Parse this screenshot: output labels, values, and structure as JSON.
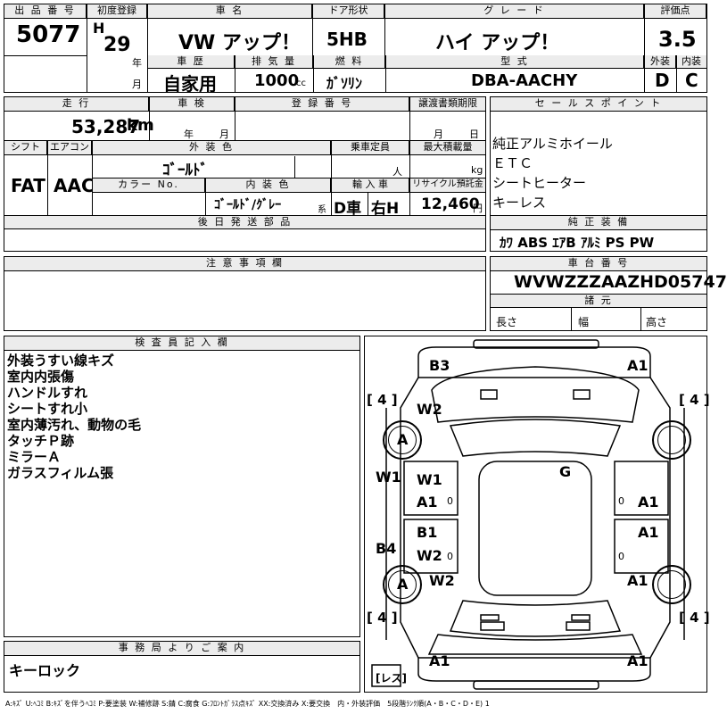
{
  "header": {
    "lot_label": "出 品 番 号",
    "lot_value": "5077",
    "first_reg_label": "初度登録",
    "era": "H",
    "year_value": "29",
    "year_unit": "年",
    "month_unit": "月",
    "car_name_label": "車 名",
    "car_name": "VW アップ！",
    "door_label": "ドア形状",
    "door_value": "5HB",
    "grade_label": "グ レ ー ド",
    "grade_value": "ハイ アップ！",
    "score_label": "評価点",
    "score_value": "3.5",
    "history_label": "車 歴",
    "history_value": "自家用",
    "displacement_label": "排 気 量",
    "displacement_value": "1000",
    "displacement_unit": "cc",
    "fuel_label": "燃 料",
    "fuel_value": "ｶﾞｿﾘﾝ",
    "model_label": "型 式",
    "model_value": "DBA-AACHY",
    "ext_label": "外装",
    "ext_value": "D",
    "int_label": "内装",
    "int_value": "C"
  },
  "row2": {
    "mileage_label": "走 行",
    "mileage_value": "53,287",
    "mileage_unit": "km",
    "inspection_label": "車 検",
    "insp_year_unit": "年",
    "insp_month_unit": "月",
    "plate_label": "登 録 番 号",
    "transfer_label": "譲渡書類期限",
    "transfer_month_unit": "月",
    "transfer_day_unit": "日",
    "sales_label": "セ ー ル ス ポ イ ン ト",
    "shift_label": "シフト",
    "shift_value": "FAT",
    "ac_label": "エアコン",
    "ac_value": "AAC",
    "ext_color_label": "外 装 色",
    "ext_color_value": "ｺﾞｰﾙﾄﾞ",
    "capacity_label": "乗車定員",
    "capacity_unit": "人",
    "load_label": "最大積載量",
    "load_unit": "kg",
    "color_no_label": "カラー No.",
    "int_color_label": "内 装 色",
    "int_color_value": "ｺﾞｰﾙﾄﾞ/ｸﾞﾚｰ",
    "int_color_suffix": "系",
    "import_label": "輸 入 車",
    "import_value": "D車",
    "steering_value": "右H",
    "recycle_label": "リサイクル預託金",
    "recycle_value": "12,460",
    "recycle_unit": "円",
    "later_parts_label": "後 日 発 送 部 品"
  },
  "sales_points": [
    "純正アルミホイール",
    "ＥＴＣ",
    "シートヒーター",
    "キーレス"
  ],
  "genuine": {
    "label": "純 正 装 備",
    "value": "ｶﾜ ABS ｴｱB ｱﾙﾐ PS PW"
  },
  "notes_label": "注 意 事 項 欄",
  "chassis": {
    "label": "車 台 番 号",
    "value": "WVWZZZAAZHD05747",
    "spec_label": "諸 元",
    "length_label": "長さ",
    "width_label": "幅",
    "height_label": "高さ"
  },
  "inspector": {
    "label": "検 査 員 記 入 欄",
    "remarks": [
      "外装うすい線キズ",
      "室内内張傷",
      "ハンドルすれ",
      "シートすれ小",
      "室内薄汚れ、動物の毛",
      "タッチＰ跡",
      "ミラーＡ",
      "ガラスフィルム張"
    ]
  },
  "office": {
    "label": "事 務 局 よ り ご 案 内",
    "value": "キーロック"
  },
  "diagram_marks": {
    "b3": "B3",
    "a1_top_right": "A1",
    "tread_fl": "4",
    "tread_fr": "4",
    "tread_rl": "4",
    "tread_rr": "4",
    "w2_front": "W2",
    "a_front": "A",
    "g": "G",
    "w1_left": "W1",
    "w1_door": "W1",
    "a1_left_front_door": "A1",
    "a1_right_front_door": "A1",
    "b1": "B1",
    "a1_right_rear_door": "A1",
    "b4": "B4",
    "w2_rear_door": "W2",
    "w2_rear": "W2",
    "a_rear": "A",
    "a1_right_rear": "A1",
    "a1_bottom_left": "A1",
    "a1_bottom_right": "A1",
    "spare": "レス",
    "o_mark": "0"
  },
  "legend": "A:ｷｽﾞ U:ﾍｺﾐ B:ｷｽﾞを伴うﾍｺﾐ P:要塗装 W:補修跡 S:錆 C:腐食 G:ﾌﾛﾝﾄｶﾞﾗｽ点ｷｽﾞ XX:交換済み X:要交換　内・外装評価　5段階ﾗﾝｸ順(A・B・C・D・E) 1"
}
